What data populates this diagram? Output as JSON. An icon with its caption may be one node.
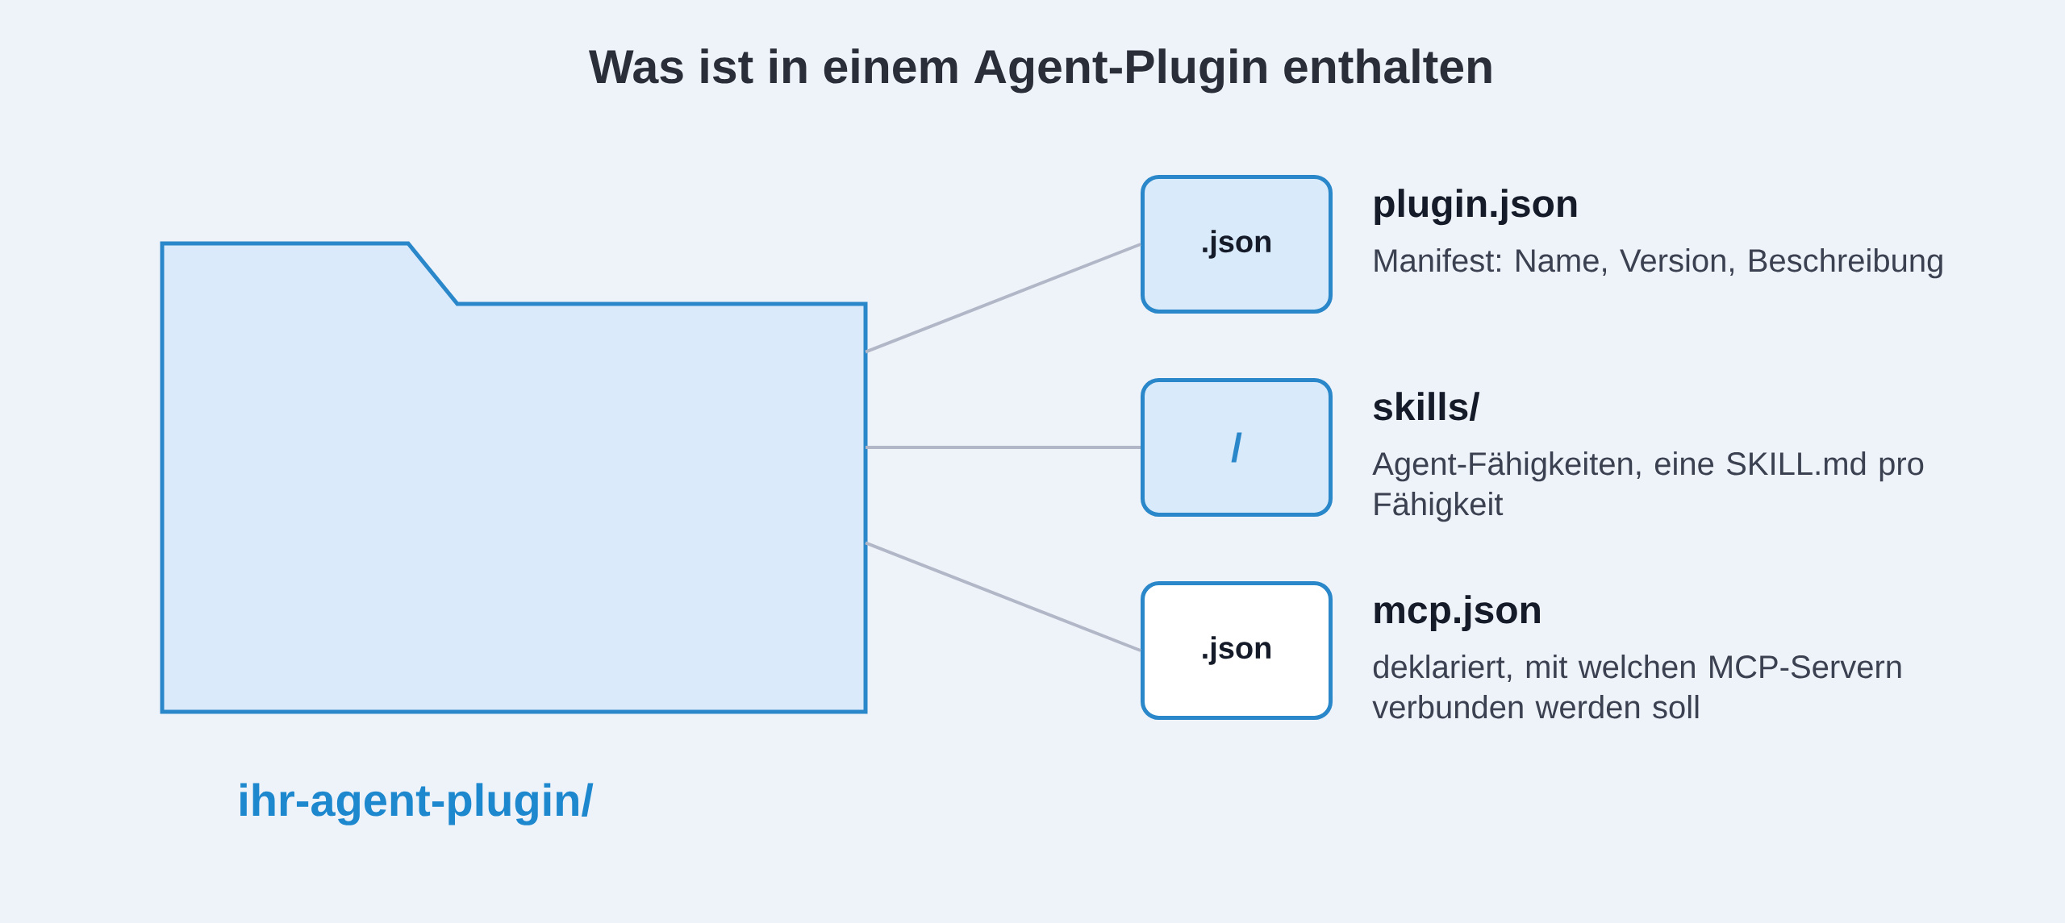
{
  "diagram": {
    "title": "Was ist in einem Agent-Plugin enthalten",
    "nodes": [
      {
        "text": [
          "ihr-agent-plugin/"
        ]
      },
      {
        "text": [
          ".json"
        ],
        "beside": [
          "plugin.json",
          "Manifest: Name, Version, Beschreibung"
        ]
      },
      {
        "text": [
          "/"
        ],
        "beside": [
          "skills/",
          "Agent-Fähigkeiten, eine SKILL.md pro Fähigkeit"
        ]
      },
      {
        "text": [
          ".json"
        ],
        "beside": [
          "mcp.json",
          "deklariert, mit welchen MCP-Servern verbunden werden soll"
        ]
      }
    ],
    "edges": [
      {
        "from": 0,
        "to": 1,
        "arrow": "none"
      },
      {
        "from": 0,
        "to": 2,
        "arrow": "none"
      },
      {
        "from": 0,
        "to": 3,
        "arrow": "none"
      }
    ]
  }
}
